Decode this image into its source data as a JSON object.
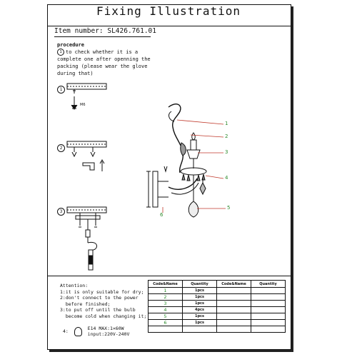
{
  "title": "Fixing Illustration",
  "item_number": "Item number: SL426.761.01",
  "procedure": {
    "heading": "procedure",
    "step_number": "1",
    "text": "to check whether it is a complete one after openning the packing (please wear the glove during that)"
  },
  "steps": [
    "1",
    "2",
    "3"
  ],
  "callouts": [
    "1",
    "2",
    "3",
    "4",
    "5",
    "6"
  ],
  "attention": {
    "heading": "Attention:",
    "lines": [
      "1:it is only suitable for dry;",
      "2:don't connect to the power",
      "  before finished;",
      "3:to put off until the bulb",
      "  become cold when changing it;"
    ],
    "bulb_num": "4:",
    "bulb_spec": "E14 MAX:1×60W",
    "input": "input:220V-240V"
  },
  "parts_table": {
    "headers": [
      "Code&Name",
      "Quantity",
      "Code&Name",
      "Quantity"
    ],
    "rows": [
      {
        "code": "1",
        "qty": "1pcs"
      },
      {
        "code": "2",
        "qty": "1pcs"
      },
      {
        "code": "3",
        "qty": "1pcs"
      },
      {
        "code": "4",
        "qty": "4pcs"
      },
      {
        "code": "5",
        "qty": "1pcs"
      },
      {
        "code": "6",
        "qty": "1pcs"
      },
      {
        "code": "",
        "qty": ""
      }
    ]
  },
  "colors": {
    "callout": "#2e8b2e",
    "line": "#111111",
    "leader": "#c0392b"
  }
}
